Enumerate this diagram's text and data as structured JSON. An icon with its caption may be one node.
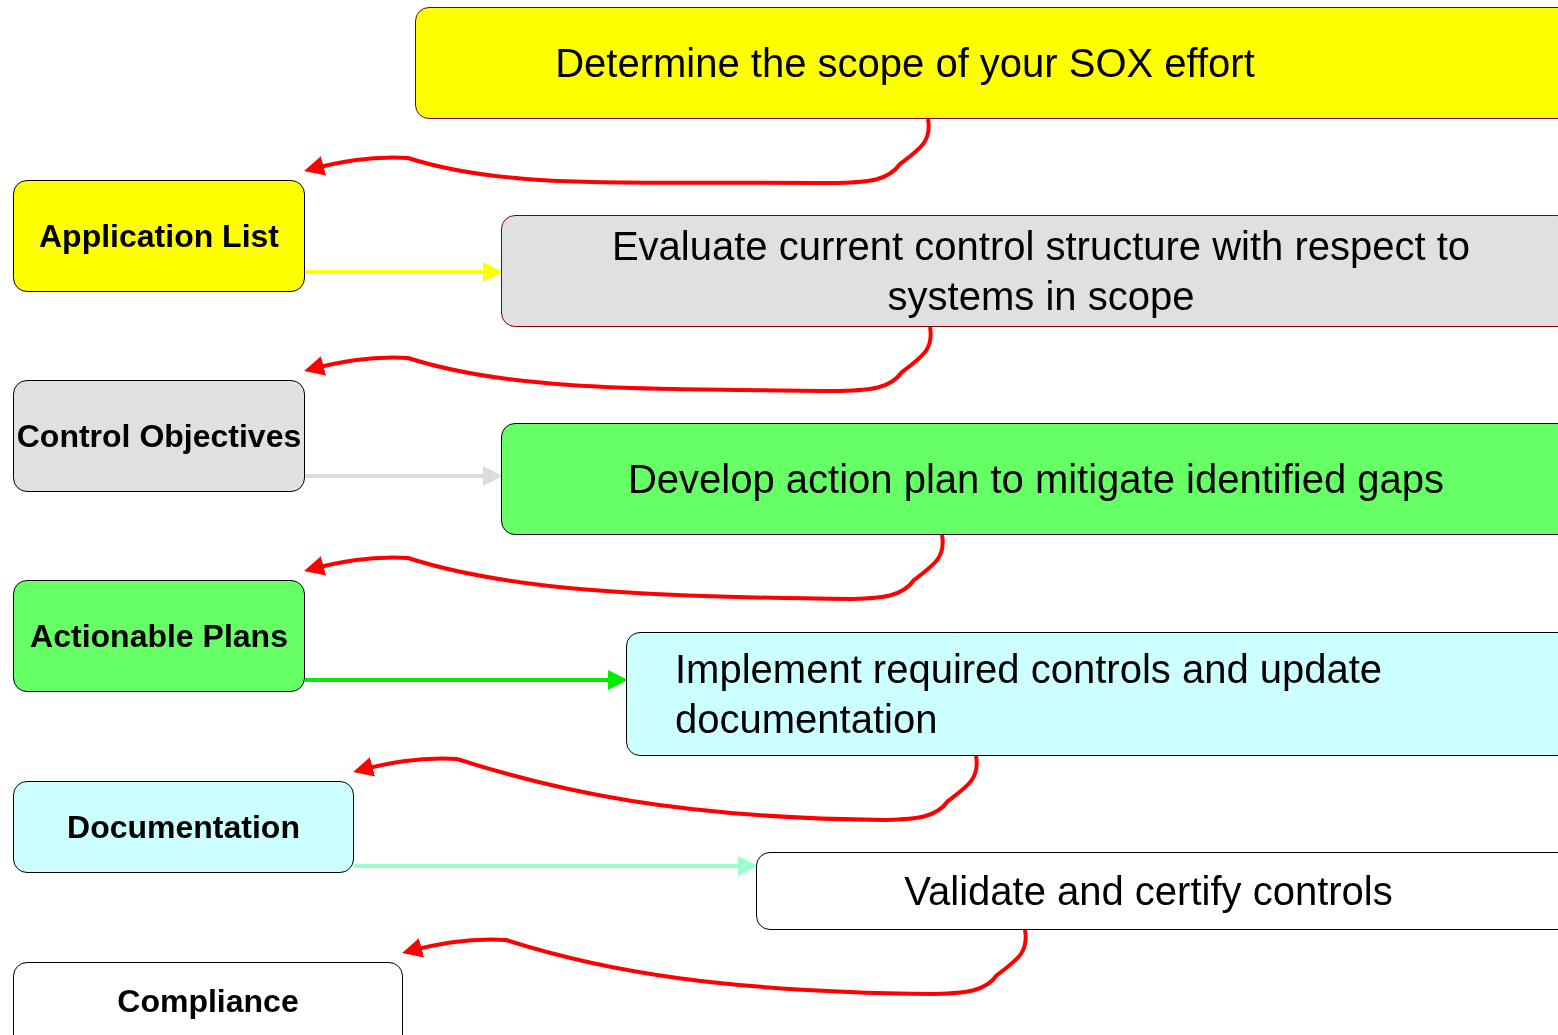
{
  "diagram": {
    "nodes": [
      {
        "text": [
          "Determine the scope of your SOX effort"
        ]
      },
      {
        "text": [
          "Application List"
        ]
      },
      {
        "text": [
          "Evaluate current control structure with respect to systems in scope"
        ]
      },
      {
        "text": [
          "Control Objectives"
        ]
      },
      {
        "text": [
          "Develop action plan to mitigate identified gaps"
        ]
      },
      {
        "text": [
          "Actionable Plans"
        ]
      },
      {
        "text": [
          "Implement required controls and update documentation"
        ]
      },
      {
        "text": [
          "Documentation"
        ]
      },
      {
        "text": [
          "Validate and certify controls"
        ]
      },
      {
        "text": [
          "Compliance"
        ]
      }
    ],
    "edges": [
      {
        "from": 0,
        "to": 1,
        "arrow": "to"
      },
      {
        "from": 1,
        "to": 2,
        "arrow": "to",
        "color": "#ffff00"
      },
      {
        "from": 2,
        "to": 3,
        "arrow": "to"
      },
      {
        "from": 3,
        "to": 4,
        "arrow": "to",
        "color": "#dcdcdc"
      },
      {
        "from": 4,
        "to": 5,
        "arrow": "to"
      },
      {
        "from": 5,
        "to": 6,
        "arrow": "to",
        "color": "#00ee00"
      },
      {
        "from": 6,
        "to": 7,
        "arrow": "to"
      },
      {
        "from": 7,
        "to": 8,
        "arrow": "to",
        "color": "#99ffcc"
      },
      {
        "from": 8,
        "to": 9,
        "arrow": "to"
      }
    ]
  }
}
